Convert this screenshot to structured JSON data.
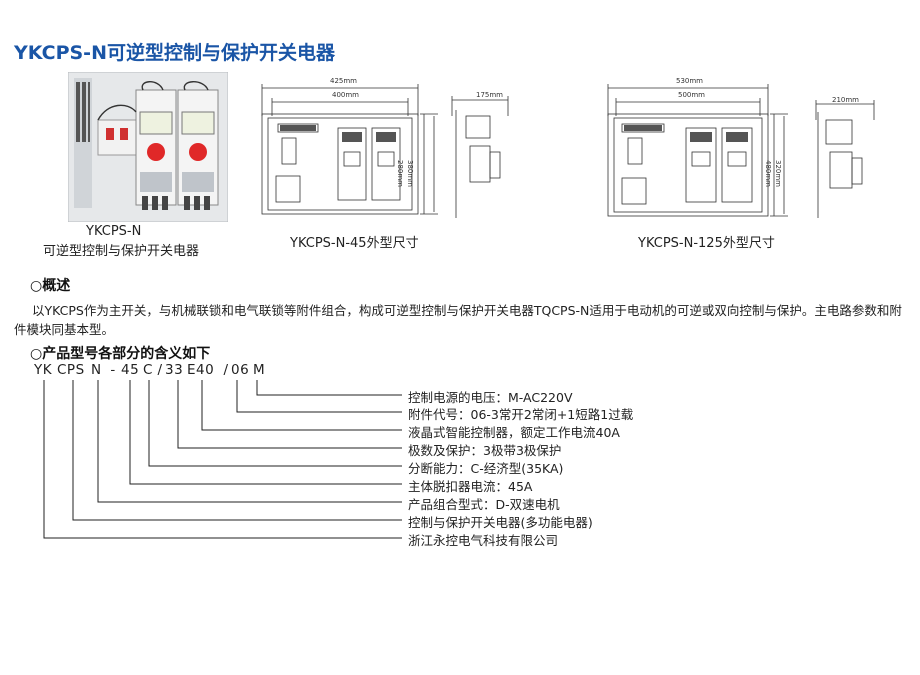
{
  "title": "YKCPS-N可逆型控制与保护开关电器",
  "photo_caption": {
    "line1": "YKCPS-N",
    "line2": "可逆型控制与保护开关电器"
  },
  "drawing1": {
    "caption": "YKCPS-N-45外型尺寸",
    "dim_outer": "425mm",
    "dim_inner": "400mm",
    "dim_h_outer": "280mm",
    "dim_h_inner": "380mm",
    "dim_side": "175mm"
  },
  "drawing2": {
    "caption": "YKCPS-N-125外型尺寸",
    "dim_outer": "530mm",
    "dim_inner": "500mm",
    "dim_h_outer": "480mm",
    "dim_h_inner": "320mm",
    "dim_side": "210mm"
  },
  "overview": {
    "heading": "概述",
    "text": "以YKCPS作为主开关，与机械联锁和电气联锁等附件组合，构成可逆型控制与保护开关电器TQCPS-N适用于电动机的可逆或双向控制与保护。主电路参数和附件模块同基本型。"
  },
  "model_section": {
    "heading": "产品型号各部分的含义如下",
    "code_parts": [
      "YK",
      "CPS",
      "N",
      "-",
      "45",
      "C",
      "/",
      "33",
      "E40",
      "/",
      "06",
      "M"
    ],
    "explanations": [
      "控制电源的电压：M-AC220V",
      "附件代号：06-3常开2常闭+1短路1过载",
      "液晶式智能控制器，额定工作电流40A",
      "极数及保护：3极带3极保护",
      "分断能力：C-经济型(35KA)",
      "主体脱扣器电流：45A",
      "产品组合型式：D-双速电机",
      "控制与保护开关电器(多功能电器)",
      "浙江永控电气科技有限公司"
    ]
  }
}
